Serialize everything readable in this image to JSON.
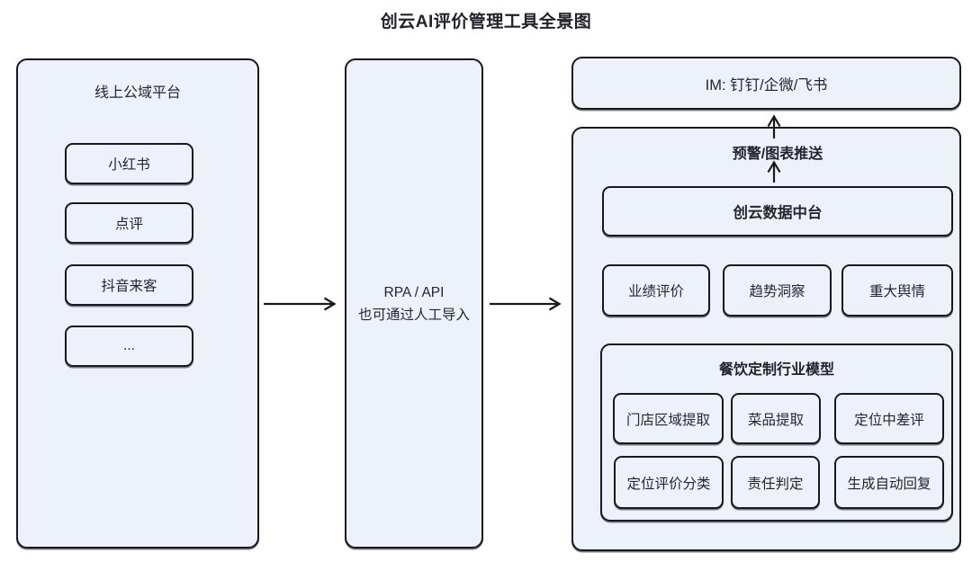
{
  "title": "创云AI评价管理工具全景图",
  "left_panel": {
    "title": "线上公域平台",
    "items": [
      {
        "label": "小红书"
      },
      {
        "label": "点评"
      },
      {
        "label": "抖音来客"
      },
      {
        "label": "..."
      }
    ]
  },
  "middle_panel": {
    "line1": "RPA / API",
    "line2": "也可通过人工导入"
  },
  "im_box": {
    "label": "IM: 钉钉/企微/飞书"
  },
  "right_panel": {
    "push_label": "预警/图表推送",
    "data_platform_label": "创云数据中台",
    "capabilities": [
      {
        "label": "业绩评价"
      },
      {
        "label": "趋势洞察"
      },
      {
        "label": "重大舆情"
      }
    ],
    "industry_model": {
      "title": "餐饮定制行业模型",
      "items": [
        {
          "label": "门店区域提取"
        },
        {
          "label": "菜品提取"
        },
        {
          "label": "定位中差评"
        },
        {
          "label": "定位评价分类"
        },
        {
          "label": "责任判定"
        },
        {
          "label": "生成自动回复"
        }
      ]
    }
  },
  "colors": {
    "box_fill": "#edf1f9",
    "border": "#17191e",
    "text": "#23262e",
    "background": "#ffffff"
  }
}
